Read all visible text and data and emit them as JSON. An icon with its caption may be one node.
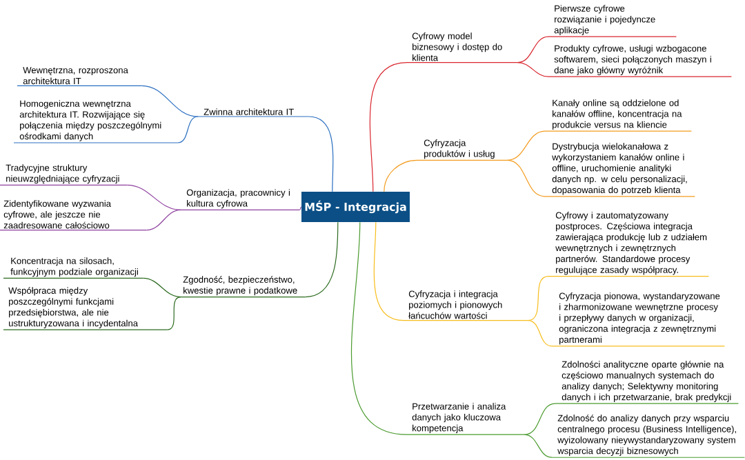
{
  "diagram": {
    "nodes": [
      {
        "text": [
          "MŚP - Integracja"
        ]
      },
      {
        "text": [
          "Cyfrowy model biznesowy i dostęp do klienta"
        ]
      },
      {
        "text": [
          "Pierwsze cyfrowe rozwiązanie i pojedyncze aplikacje"
        ]
      },
      {
        "text": [
          "Produkty cyfrowe, usługi wzbogacone softwarem, sieci połączonych maszyn i dane jako główny wyróżnik"
        ]
      },
      {
        "text": [
          "Cyfryzacja produktów i usług"
        ]
      },
      {
        "text": [
          "Kanały online są oddzielone od kanałów offline, koncentracja na produkcie versus na kliencie"
        ]
      },
      {
        "text": [
          "Dystrybucja wielokanałowa z wykorzystaniem kanałów online i offline, uruchomienie analityki danych np. w celu personalizacji, dopasowania do potrzeb klienta"
        ]
      },
      {
        "text": [
          "Cyfryzacja i integracja poziomych i pionowych łańcuchów wartości"
        ]
      },
      {
        "text": [
          "Cyfrowy i zautomatyzowany postproces. Częściowa integracja zawierająca produkcję lub z udziałem wewnętrznych i zewnętrznych partnerów. Standardowe procesy regulujące zasady współpracy."
        ]
      },
      {
        "text": [
          "Cyfryzacja pionowa, wystandaryzowane i zharmonizowane wewnętrzne procesy i przepływy danych w organizacji, ograniczona integracja z zewnętrznymi partnerami"
        ]
      },
      {
        "text": [
          "Przetwarzanie i analiza danych jako kluczowa kompetencja"
        ]
      },
      {
        "text": [
          "Zdolności analityczne oparte głównie na częściowo manualnych systemach do analizy danych; Selektywny monitoring danych i ich przetwarzanie, brak predykcji"
        ]
      },
      {
        "text": [
          "Zdolność do analizy danych przy wsparciu centralnego procesu (Business Intelligence), wyizolowany nieywystandaryzowany system wsparcia decyzji biznesowych"
        ]
      },
      {
        "text": [
          "Zwinna architektura IT"
        ]
      },
      {
        "text": [
          "Wewnętrzna, rozproszona architektura IT"
        ]
      },
      {
        "text": [
          "Homogeniczna wewnętrzna architektura IT. Rozwijające się połączenia między poszczególnymi ośrodkami danych"
        ]
      },
      {
        "text": [
          "Organizacja, pracownicy i kultura cyfrowa"
        ]
      },
      {
        "text": [
          "Tradycyjne struktury nieuwzględniające cyfryzacji"
        ]
      },
      {
        "text": [
          "Zidentyfikowane wyzwania cyfrowe, ale jeszcze nie zaadresowane całościowo"
        ]
      },
      {
        "text": [
          "Zgodność, bezpieczeństwo, kwestie prawne i podatkowe"
        ]
      },
      {
        "text": [
          "Koncentracja na silosach, funkcyjnym podziale organizacji"
        ]
      },
      {
        "text": [
          "Współpraca między poszczególnymi funkcjami przedsiębiorstwa, ale nie ustrukturyzowana i incydentalna"
        ]
      }
    ],
    "edges": [
      {
        "from": 0,
        "to": 1,
        "arrow": "none",
        "color": "#d9262e"
      },
      {
        "from": 1,
        "to": 2,
        "arrow": "none",
        "color": "#d9262e"
      },
      {
        "from": 1,
        "to": 3,
        "arrow": "none",
        "color": "#d9262e"
      },
      {
        "from": 0,
        "to": 4,
        "arrow": "none",
        "color": "#f39c1f"
      },
      {
        "from": 4,
        "to": 5,
        "arrow": "none",
        "color": "#f39c1f"
      },
      {
        "from": 4,
        "to": 6,
        "arrow": "none",
        "color": "#f39c1f"
      },
      {
        "from": 0,
        "to": 7,
        "arrow": "none",
        "color": "#f7bd1c"
      },
      {
        "from": 7,
        "to": 8,
        "arrow": "none",
        "color": "#f7bd1c"
      },
      {
        "from": 7,
        "to": 9,
        "arrow": "none",
        "color": "#f7bd1c"
      },
      {
        "from": 0,
        "to": 10,
        "arrow": "none",
        "color": "#4a9a2e"
      },
      {
        "from": 10,
        "to": 11,
        "arrow": "none",
        "color": "#4a9a2e"
      },
      {
        "from": 10,
        "to": 12,
        "arrow": "none",
        "color": "#4a9a2e"
      },
      {
        "from": 0,
        "to": 13,
        "arrow": "none",
        "color": "#2a6fc0"
      },
      {
        "from": 13,
        "to": 14,
        "arrow": "none",
        "color": "#2a6fc0"
      },
      {
        "from": 13,
        "to": 15,
        "arrow": "none",
        "color": "#2a6fc0"
      },
      {
        "from": 0,
        "to": 16,
        "arrow": "none",
        "color": "#8e3f9e"
      },
      {
        "from": 16,
        "to": 17,
        "arrow": "none",
        "color": "#8e3f9e"
      },
      {
        "from": 16,
        "to": 18,
        "arrow": "none",
        "color": "#8e3f9e"
      },
      {
        "from": 0,
        "to": 19,
        "arrow": "none",
        "color": "#2b6a1e"
      },
      {
        "from": 19,
        "to": 20,
        "arrow": "none",
        "color": "#2b6a1e"
      },
      {
        "from": 19,
        "to": 21,
        "arrow": "none",
        "color": "#2b6a1e"
      }
    ]
  }
}
